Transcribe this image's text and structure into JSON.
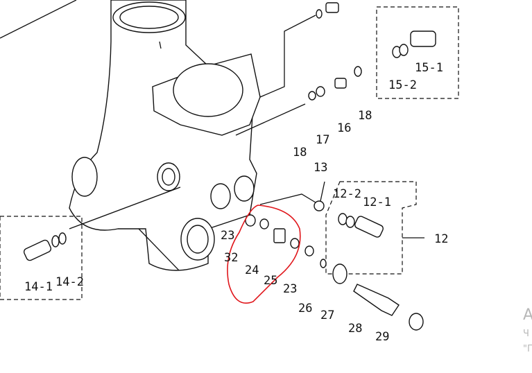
{
  "diagram": {
    "labels": {
      "l15_1": "15-1",
      "l15_2": "15-2",
      "l18a": "18",
      "l16": "16",
      "l17": "17",
      "l18b": "18",
      "l13": "13",
      "l12_2": "12-2",
      "l12_1": "12-1",
      "l12": "12",
      "l23a": "23",
      "l32": "32",
      "l24": "24",
      "l25": "25",
      "l23b": "23",
      "l26": "26",
      "l27": "27",
      "l28": "28",
      "l29": "29",
      "l14_1": "14-1",
      "l14_2": "14-2"
    },
    "highlight_color": "#e0161b"
  },
  "watermark": {
    "line1": "А",
    "line2": "Ч",
    "line3": "\"Г"
  }
}
